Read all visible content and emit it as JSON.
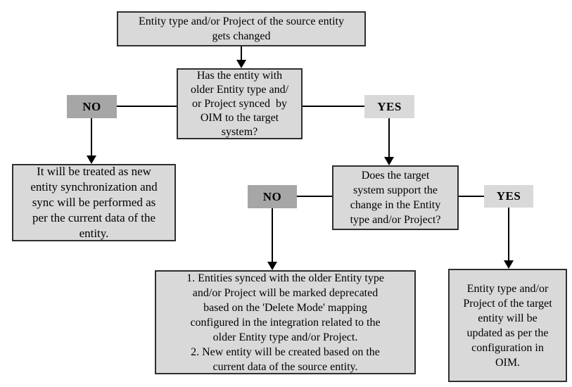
{
  "diagram": {
    "type": "flowchart",
    "colors": {
      "box_fill": "#d9d9d9",
      "no_fill": "#a6a6a6",
      "yes_fill": "#d9d9d9",
      "box_border": "#2f2f2f",
      "connector": "#000000",
      "background": "#ffffff"
    },
    "nodes": {
      "start": {
        "text": "Entity type and/or Project of the source entity\ngets changed"
      },
      "decision1": {
        "text": "Has the entity with\nolder Entity type and/\nor Project synced  by\nOIM to the target\nsystem?"
      },
      "no1": {
        "label": "NO"
      },
      "yes1": {
        "label": "YES"
      },
      "result_no1": {
        "text": "It will be treated as new\nentity synchronization and\nsync will be performed as\nper the current data of the\nentity."
      },
      "decision2": {
        "text": "Does the target\nsystem support the\nchange in the Entity\ntype and/or Project?"
      },
      "no2": {
        "label": "NO"
      },
      "yes2": {
        "label": "YES"
      },
      "result_no2": {
        "text": "1. Entities synced with the older Entity type\nand/or Project will be marked deprecated\nbased on the 'Delete Mode' mapping\nconfigured in the integration related to the\nolder Entity type and/or Project.\n2. New entity will be created based on the\ncurrent data of the source entity."
      },
      "result_yes2": {
        "text": "Entity type and/or\nProject of the target\nentity will be\nupdated as per the\nconfiguration in\nOIM."
      }
    }
  }
}
